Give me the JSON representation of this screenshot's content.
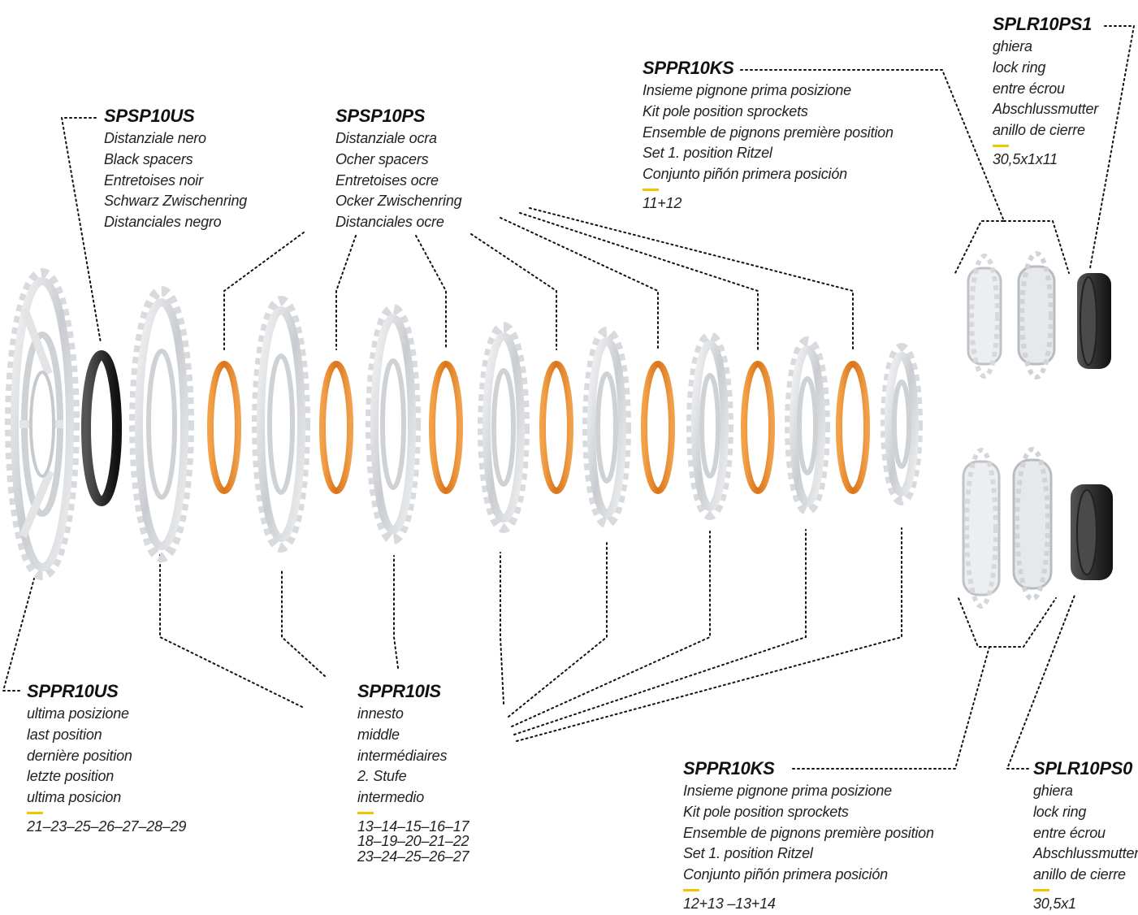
{
  "accent_color": "#f2c500",
  "colors": {
    "spacer_ocher": "#e0801e",
    "spacer_black": "#2b2b2b",
    "sprocket_silver": "#d4d7da",
    "lockring_dark": "#3a3a3a",
    "leader_line": "#111111"
  },
  "labels": [
    {
      "id": "spsp10us",
      "code": "SPSP10US",
      "lines": [
        "Distanziale nero",
        "Black spacers",
        "Entretoises noir",
        "Schwarz Zwischenring",
        "Distanciales negro"
      ],
      "sizes": []
    },
    {
      "id": "spsp10ps",
      "code": "SPSP10PS",
      "lines": [
        "Distanziale ocra",
        "Ocher spacers",
        "Entretoises ocre",
        "Ocker Zwischenring",
        "Distanciales ocre"
      ],
      "sizes": []
    },
    {
      "id": "sppr10ks-top",
      "code": "SPPR10KS",
      "lines": [
        "Insieme pignone prima posizione",
        "Kit pole position sprockets",
        "Ensemble de pignons première position",
        "Set 1. position Ritzel",
        "Conjunto piñón primera posición"
      ],
      "sizes": [
        "11+12"
      ]
    },
    {
      "id": "splr10ps1",
      "code": "SPLR10PS1",
      "lines": [
        "ghiera",
        "lock ring",
        "entre écrou",
        "Abschlussmutter",
        "anillo de cierre"
      ],
      "sizes": [
        "30,5x1x11"
      ]
    },
    {
      "id": "sppr10us",
      "code": "SPPR10US",
      "lines": [
        "ultima posizione",
        "last position",
        "dernière position",
        "letzte position",
        "ultima posicion"
      ],
      "sizes": [
        "21–23–25–26–27–28–29"
      ]
    },
    {
      "id": "sppr10is",
      "code": "SPPR10IS",
      "lines": [
        "innesto",
        "middle",
        "intermédiaires",
        "2. Stufe",
        "intermedio"
      ],
      "sizes": [
        "13–14–15–16–17",
        "18–19–20–21–22",
        "23–24–25–26–27"
      ]
    },
    {
      "id": "sppr10ks-bottom",
      "code": "SPPR10KS",
      "lines": [
        "Insieme pignone prima posizione",
        "Kit pole position sprockets",
        "Ensemble de pignons première position",
        "Set 1. position Ritzel",
        "Conjunto piñón primera posición"
      ],
      "sizes": [
        "12+13 –13+14"
      ]
    },
    {
      "id": "splr10ps0",
      "code": "SPLR10PS0",
      "lines": [
        "ghiera",
        "lock ring",
        "entre écrou",
        "Abschlussmutter",
        "anillo de cierre"
      ],
      "sizes": [
        "30,5x1"
      ]
    }
  ]
}
